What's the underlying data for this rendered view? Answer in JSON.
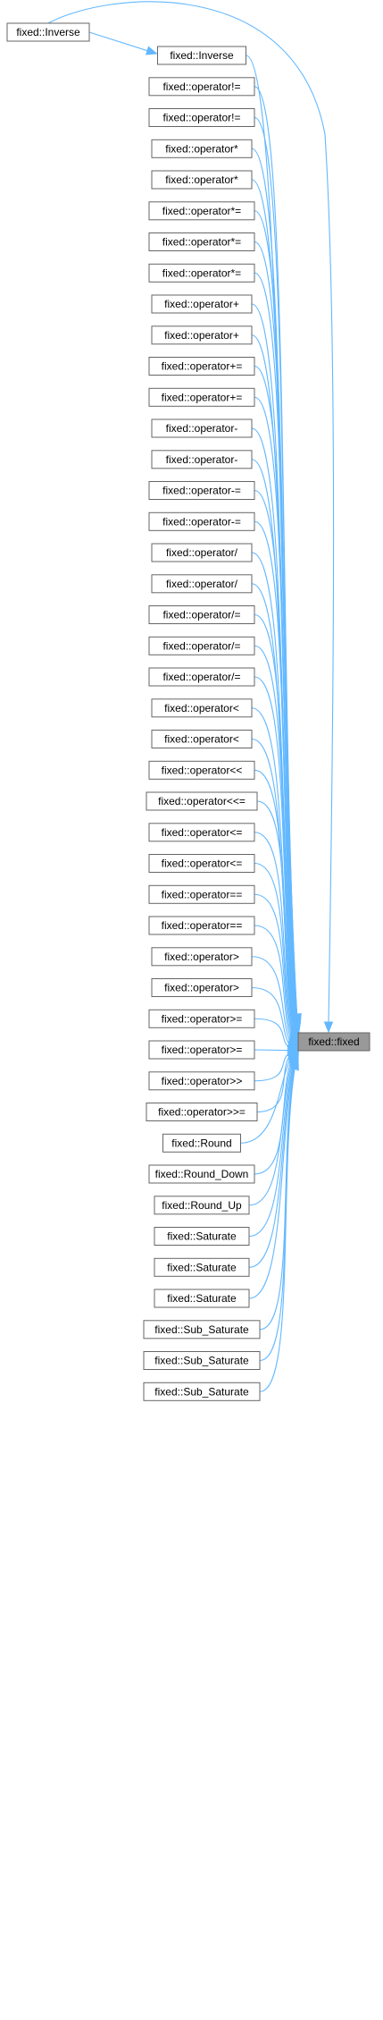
{
  "graph": {
    "target": {
      "label": "fixed::fixed"
    },
    "inverse_outer": {
      "label": "fixed::Inverse"
    },
    "callers": [
      "fixed::Inverse",
      "fixed::operator!=",
      "fixed::operator!=",
      "fixed::operator*",
      "fixed::operator*",
      "fixed::operator*=",
      "fixed::operator*=",
      "fixed::operator*=",
      "fixed::operator+",
      "fixed::operator+",
      "fixed::operator+=",
      "fixed::operator+=",
      "fixed::operator-",
      "fixed::operator-",
      "fixed::operator-=",
      "fixed::operator-=",
      "fixed::operator/",
      "fixed::operator/",
      "fixed::operator/=",
      "fixed::operator/=",
      "fixed::operator/=",
      "fixed::operator<",
      "fixed::operator<",
      "fixed::operator<<",
      "fixed::operator<<=",
      "fixed::operator<=",
      "fixed::operator<=",
      "fixed::operator==",
      "fixed::operator==",
      "fixed::operator>",
      "fixed::operator>",
      "fixed::operator>=",
      "fixed::operator>=",
      "fixed::operator>>",
      "fixed::operator>>=",
      "fixed::Round",
      "fixed::Round_Down",
      "fixed::Round_Up",
      "fixed::Saturate",
      "fixed::Saturate",
      "fixed::Saturate",
      "fixed::Sub_Saturate",
      "fixed::Sub_Saturate",
      "fixed::Sub_Saturate"
    ],
    "colors": {
      "edge": "#63b8ff",
      "target_fill": "#999999",
      "node_border": "#666666"
    }
  }
}
